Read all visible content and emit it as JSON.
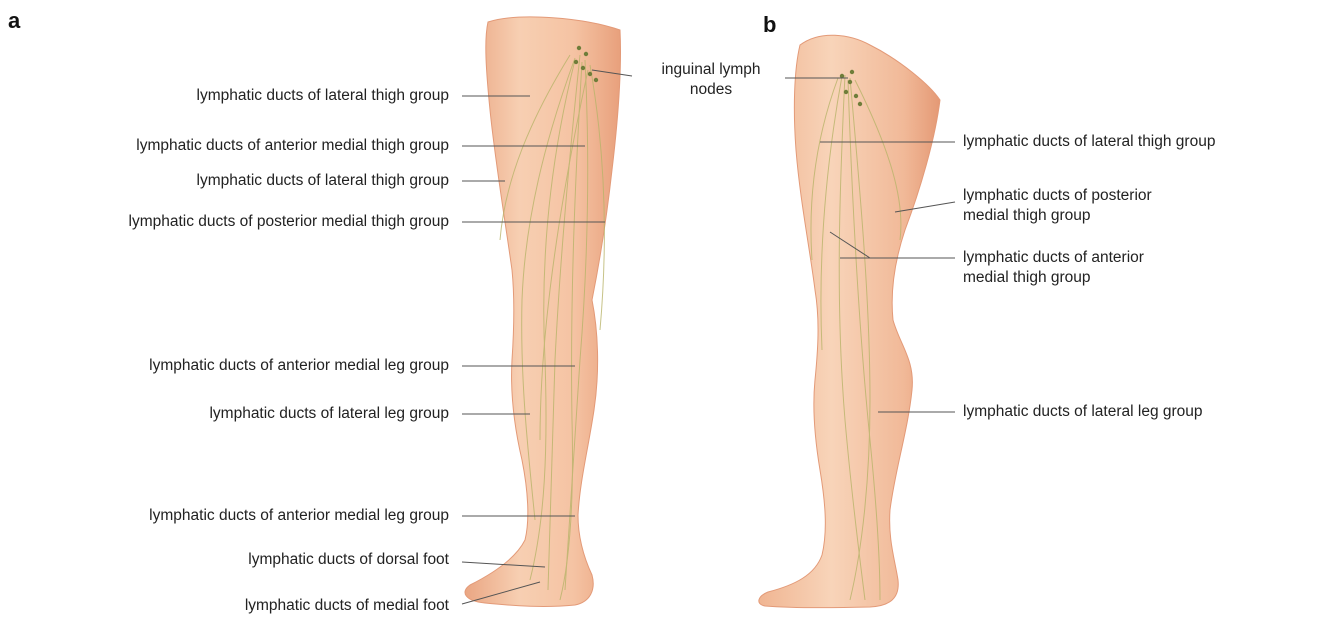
{
  "panels": {
    "a": {
      "letter": "a",
      "labels": [
        "lymphatic ducts of lateral thigh group",
        "lymphatic ducts of anterior medial thigh group",
        "lymphatic ducts of lateral thigh group",
        "lymphatic ducts of posterior medial thigh group",
        "lymphatic ducts of anterior medial leg group",
        "lymphatic ducts of lateral leg group",
        "lymphatic ducts of anterior medial leg group",
        "lymphatic ducts of dorsal foot",
        "lymphatic ducts of medial foot"
      ]
    },
    "shared": {
      "inguinal_line1": "inguinal lymph",
      "inguinal_line2": "nodes"
    },
    "b": {
      "letter": "b",
      "labels": [
        "lymphatic ducts of lateral thigh group",
        "lymphatic ducts of posterior",
        "medial thigh group",
        "lymphatic ducts of anterior",
        "medial thigh group",
        "lymphatic ducts of lateral leg group"
      ]
    }
  },
  "colors": {
    "skin_light": "#f8d7bd",
    "skin_mid": "#f0b48f",
    "skin_shadow": "#e49b78",
    "duct": "#b9b46a",
    "node": "#6f7d3a",
    "leader": "#555555"
  }
}
